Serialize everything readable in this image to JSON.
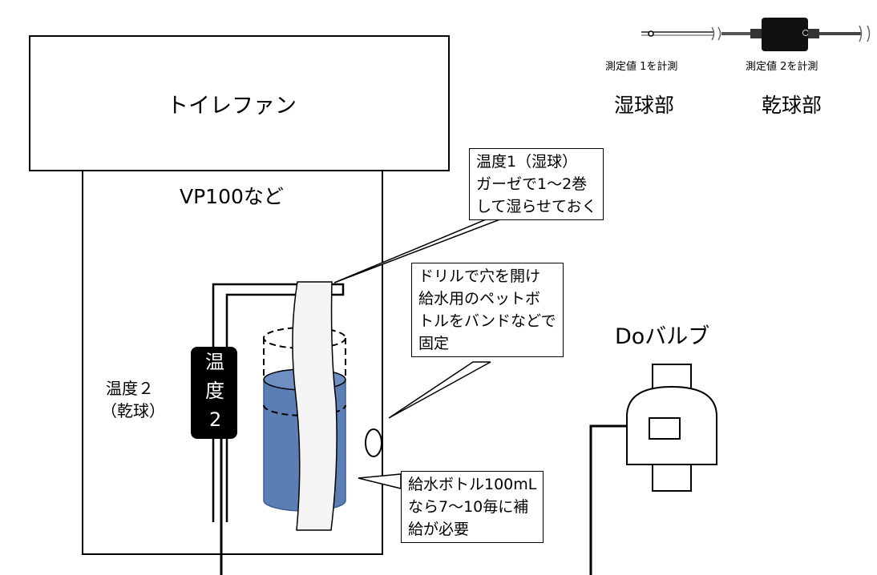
{
  "legend": {
    "wet_measure": "測定値 1を計測",
    "dry_measure": "測定値 2を計測",
    "wet_name": "湿球部",
    "dry_name": "乾球部"
  },
  "fan": {
    "label": "トイレファン"
  },
  "vent": {
    "label": "VP100など"
  },
  "sensor": {
    "chars": [
      "温",
      "度",
      "2"
    ],
    "label_line1": "温度２",
    "label_line2": "（乾球）"
  },
  "callouts": {
    "wet_bulb": [
      "温度1（湿球）",
      "ガーゼで1～2巻",
      "して湿らせておく"
    ],
    "drill": [
      "ドリルで穴を開け",
      "給水用のペットボ",
      "トルをバンドなどで",
      "固定"
    ],
    "bottle": [
      "給水ボトル100mL",
      "なら7～10毎に補",
      "給が必要"
    ]
  },
  "valve": {
    "label": "Doバルブ"
  },
  "colors": {
    "water": "#5b7fb5",
    "water_dark": "#3d5e92",
    "sensor": "#000000",
    "gauze": "#f4f4f4"
  }
}
